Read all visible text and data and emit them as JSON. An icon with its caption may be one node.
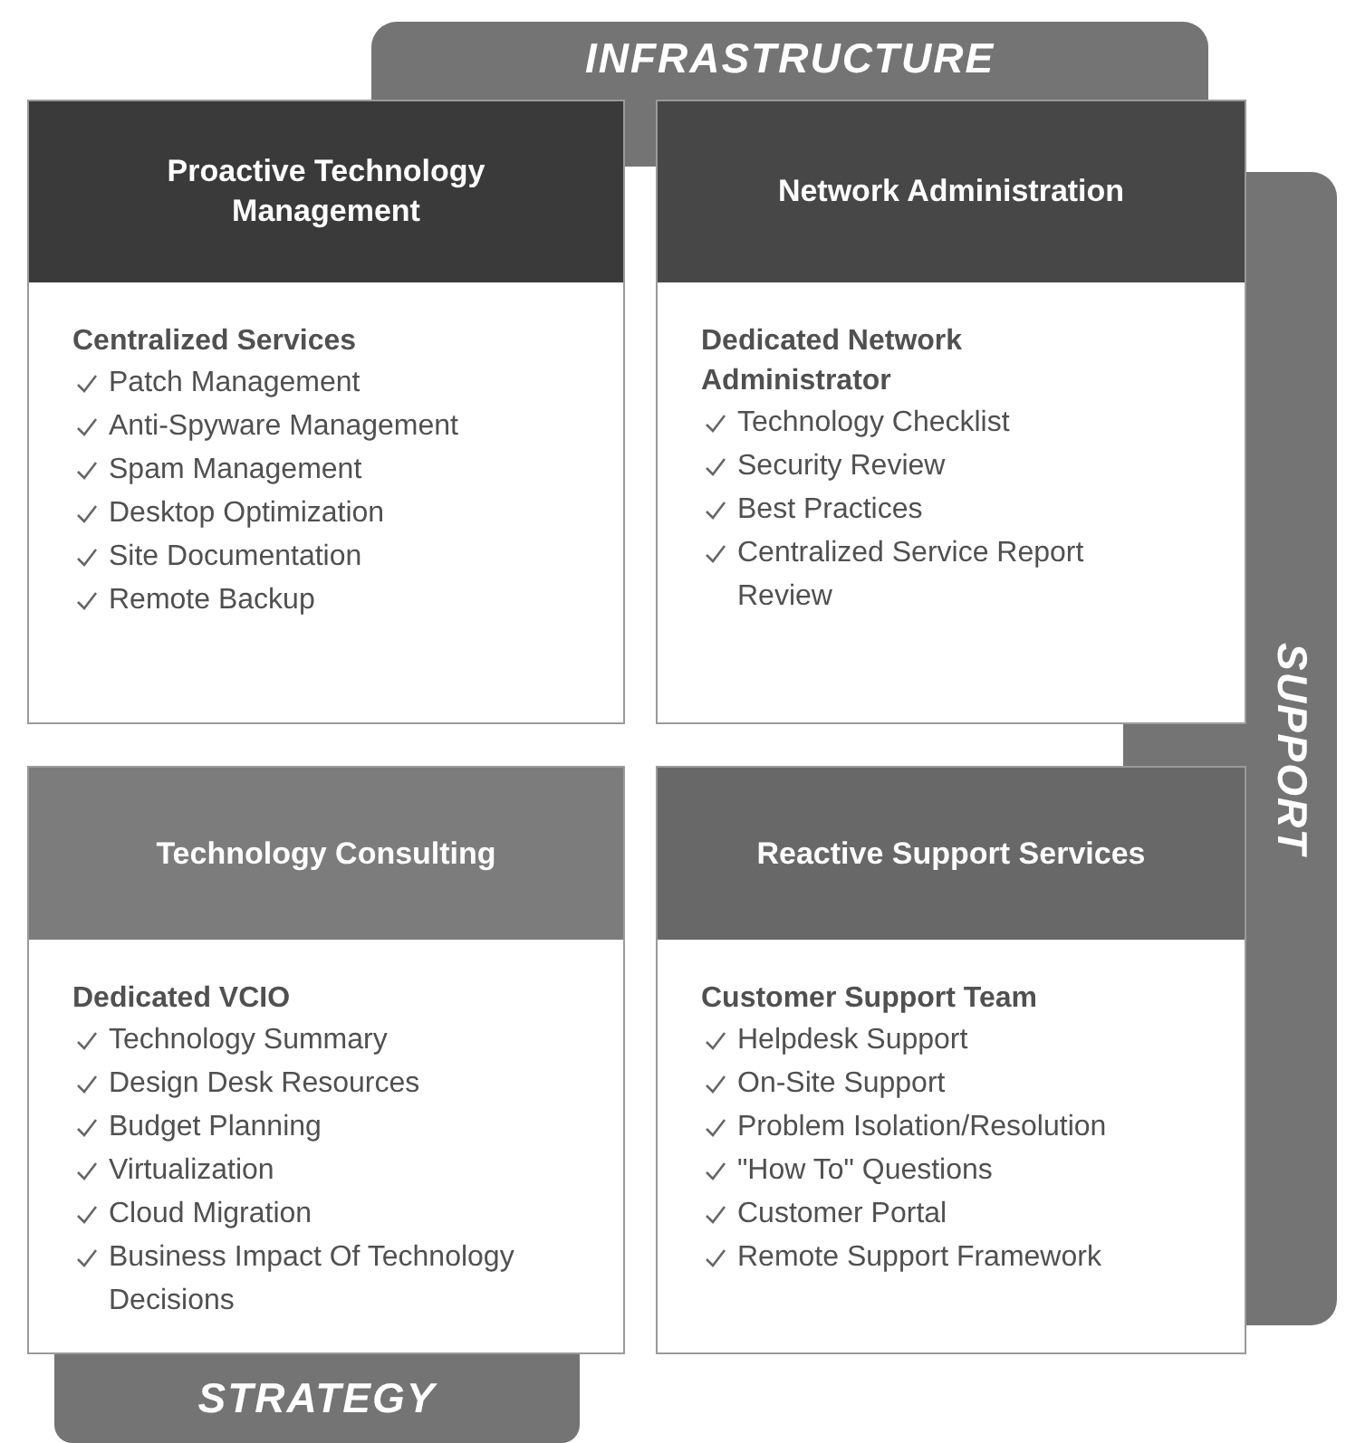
{
  "diagram": {
    "nodes": [
      {
        "text": [
          "INFRASTRUCTURE"
        ]
      },
      {
        "text": [
          "Proactive Technology Management",
          "Centralized Services",
          "Patch Management",
          "Anti-Spyware Management",
          "Spam Management",
          "Desktop Optimization",
          "Site Documentation",
          "Remote Backup"
        ]
      },
      {
        "text": [
          "Network Administration",
          "Dedicated Network Administrator",
          "Technology Checklist",
          "Security Review",
          "Best Practices",
          "Centralized Service Report Review"
        ]
      },
      {
        "text": [
          "SUPPORT"
        ]
      },
      {
        "text": [
          "Technology Consulting",
          "Dedicated VCIO",
          "Technology Summary",
          "Design Desk Resources",
          "Budget Planning",
          "Virtualization",
          "Cloud Migration",
          "Business Impact Of Technology Decisions"
        ]
      },
      {
        "text": [
          "Reactive Support Services",
          "Customer Support Team",
          "Helpdesk Support",
          "On-Site Support",
          "Problem Isolation/Resolution",
          "\"How To\" Questions",
          "Customer Portal",
          "Remote Support Framework"
        ]
      },
      {
        "text": [
          "STRATEGY"
        ]
      }
    ]
  }
}
